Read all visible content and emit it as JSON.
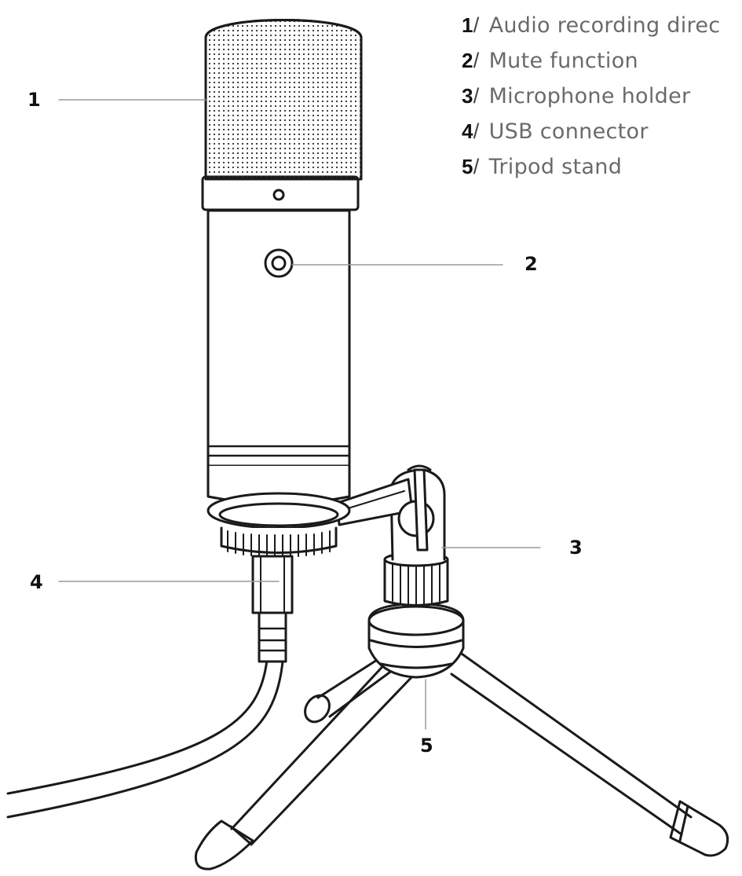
{
  "legend": [
    {
      "number": "1",
      "separator": "/",
      "text": "Audio recording direc"
    },
    {
      "number": "2",
      "separator": "/",
      "text": "Mute function"
    },
    {
      "number": "3",
      "separator": "/",
      "text": "Microphone holder"
    },
    {
      "number": "4",
      "separator": "/",
      "text": "USB connector"
    },
    {
      "number": "5",
      "separator": "/",
      "text": "Tripod stand"
    }
  ],
  "callouts": [
    {
      "number": "1",
      "target": "microphone-grille"
    },
    {
      "number": "2",
      "target": "mute-button"
    },
    {
      "number": "3",
      "target": "microphone-holder"
    },
    {
      "number": "4",
      "target": "usb-connector"
    },
    {
      "number": "5",
      "target": "tripod-stand"
    }
  ],
  "colors": {
    "stroke": "#1a1a1a",
    "leader": "#9a9a9a",
    "legend_text": "#6a6a6a"
  }
}
